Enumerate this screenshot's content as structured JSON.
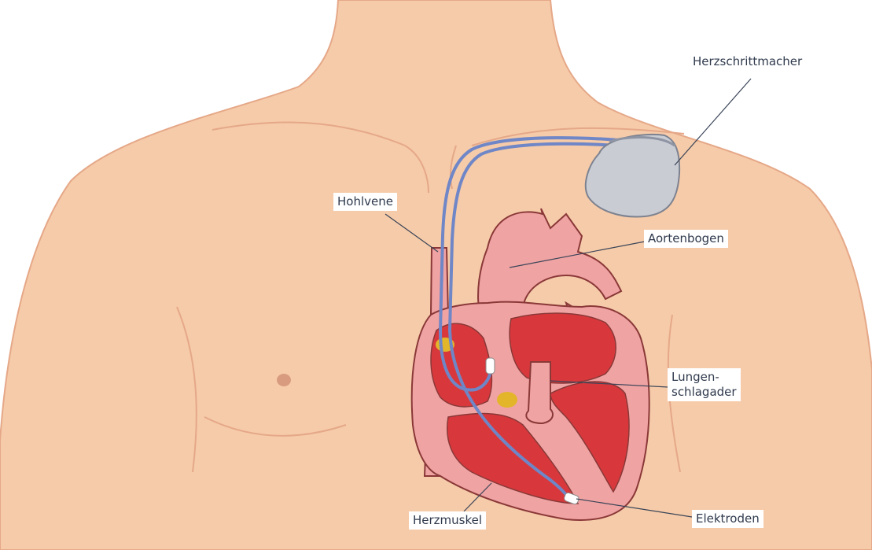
{
  "labels": {
    "pacemaker": "Herzschrittmacher",
    "vena_cava": "Hohlvene",
    "aortic_arch": "Aortenbogen",
    "pulmonary_artery_line1": "Lungen-",
    "pulmonary_artery_line2": "schlagader",
    "heart_muscle": "Herzmuskel",
    "electrodes": "Elektroden"
  },
  "colors": {
    "skin": "#f6cba9",
    "skin_shadow": "#e5a888",
    "heart_wall": "#f0a3a3",
    "chamber": "#d8383c",
    "outline": "#8a3838",
    "lead": "#6f86c7",
    "pacemaker_body": "#c9ccd3",
    "label_text": "#2f3a4d",
    "yellow_spot": "#e3b52a"
  }
}
